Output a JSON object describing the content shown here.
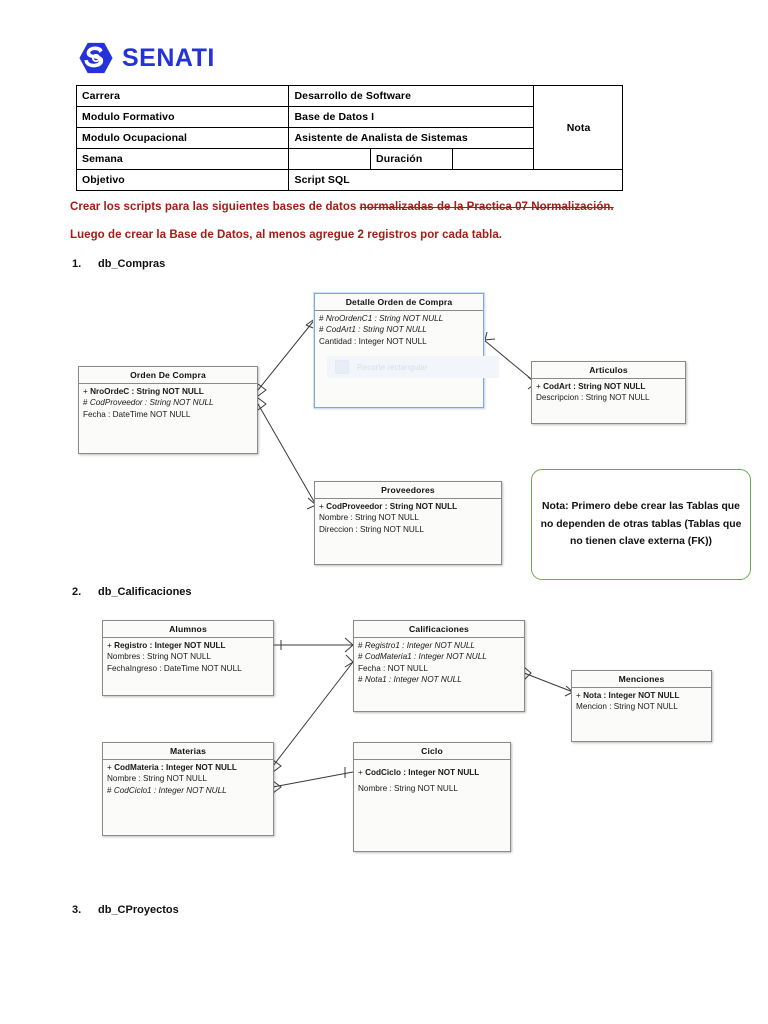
{
  "logo": {
    "text": "SENATI",
    "color": "#2432d8",
    "icon": "senati-hexagon-logo"
  },
  "header_table": {
    "rows": [
      {
        "label": "Carrera",
        "value": "Desarrollo de Software",
        "extra_label": "",
        "extra_value": "",
        "nota": "Nota"
      },
      {
        "label": "Modulo Formativo",
        "value": "Base de Datos I",
        "extra_label": "",
        "extra_value": "",
        "nota": ""
      },
      {
        "label": "Modulo Ocupacional",
        "value": "Asistente de Analista de Sistemas",
        "extra_label": "",
        "extra_value": "",
        "nota": ""
      },
      {
        "label": "Semana",
        "value": "",
        "extra_label": "Duración",
        "extra_value": "",
        "nota": ""
      },
      {
        "label": "Objetivo",
        "value": "Script SQL",
        "extra_label": "",
        "extra_value": "",
        "nota": ""
      }
    ]
  },
  "instructions": {
    "line1_plain": "Crear los scripts para las siguientes bases de datos ",
    "line1_struck": "normalizadas de la Practica 07 Normalización.",
    "line2": "Luego de crear la Base de Datos, al menos agregue 2 registros por cada tabla.",
    "color": "#a51c16"
  },
  "list": [
    {
      "num": "1.",
      "label": "db_Compras"
    },
    {
      "num": "2.",
      "label": "db_Calificaciones"
    },
    {
      "num": "3.",
      "label": "db_CProyectos"
    }
  ],
  "diagram1": {
    "ghost_overlay": {
      "label": "Recorte rectangular",
      "icon": "rectangular-snip-icon"
    },
    "classes": [
      {
        "name": "Orden De Compra",
        "attrs": [
          {
            "mark": "+",
            "text": "NroOrdeC : String NOT NULL",
            "style": "pk"
          },
          {
            "mark": "#",
            "text": "CodProveedor : String NOT NULL",
            "style": "fk"
          },
          {
            "mark": "",
            "text": "Fecha : DateTime NOT NULL",
            "style": ""
          }
        ]
      },
      {
        "name": "Detalle Orden de Compra",
        "attrs": [
          {
            "mark": "#",
            "text": "NroOrdenC1 : String NOT NULL",
            "style": "fk"
          },
          {
            "mark": "#",
            "text": "CodArt1 : String NOT NULL",
            "style": "fk"
          },
          {
            "mark": "",
            "text": "Cantidad : Integer NOT NULL",
            "style": ""
          }
        ]
      },
      {
        "name": "Articulos",
        "attrs": [
          {
            "mark": "+",
            "text": "CodArt : String NOT NULL",
            "style": "pk"
          },
          {
            "mark": "",
            "text": "Descripcion : String NOT NULL",
            "style": ""
          }
        ]
      },
      {
        "name": "Proveedores",
        "attrs": [
          {
            "mark": "+",
            "text": "CodProveedor : String NOT NULL",
            "style": "pk"
          },
          {
            "mark": "",
            "text": "Nombre : String NOT NULL",
            "style": ""
          },
          {
            "mark": "",
            "text": "Direccion : String NOT NULL",
            "style": ""
          }
        ]
      }
    ]
  },
  "note": {
    "text": "Nota: Primero debe crear las Tablas que no dependen de otras tablas (Tablas que no tienen clave externa (FK))",
    "border_color": "#6aa84f"
  },
  "diagram2": {
    "classes": [
      {
        "name": "Alumnos",
        "attrs": [
          {
            "mark": "+",
            "text": "Registro : Integer NOT NULL",
            "style": "pk"
          },
          {
            "mark": "",
            "text": "Nombres : String NOT NULL",
            "style": ""
          },
          {
            "mark": "",
            "text": "FechaIngreso : DateTime NOT NULL",
            "style": ""
          }
        ]
      },
      {
        "name": "Calificaciones",
        "attrs": [
          {
            "mark": "#",
            "text": "Registro1 : Integer NOT NULL",
            "style": "fk"
          },
          {
            "mark": "#",
            "text": "CodMateria1 : Integer NOT NULL",
            "style": "fk"
          },
          {
            "mark": "",
            "text": "Fecha :  NOT NULL",
            "style": ""
          },
          {
            "mark": "#",
            "text": "Nota1 : Integer NOT NULL",
            "style": "fk"
          }
        ]
      },
      {
        "name": "Menciones",
        "attrs": [
          {
            "mark": "+",
            "text": "Nota : Integer NOT NULL",
            "style": "pk"
          },
          {
            "mark": "",
            "text": "Mencion : String NOT NULL",
            "style": ""
          }
        ]
      },
      {
        "name": "Materias",
        "attrs": [
          {
            "mark": "+",
            "text": "CodMateria : Integer NOT NULL",
            "style": "pk"
          },
          {
            "mark": "",
            "text": "Nombre : String NOT NULL",
            "style": ""
          },
          {
            "mark": "#",
            "text": "CodCiclo1 : Integer NOT NULL",
            "style": "fk"
          }
        ]
      },
      {
        "name": "Ciclo",
        "attrs": [
          {
            "mark": "+",
            "text": "CodCiclo : Integer NOT NULL",
            "style": "pk"
          },
          {
            "mark": "",
            "text": "Nombre : String NOT NULL",
            "style": ""
          }
        ]
      }
    ]
  }
}
